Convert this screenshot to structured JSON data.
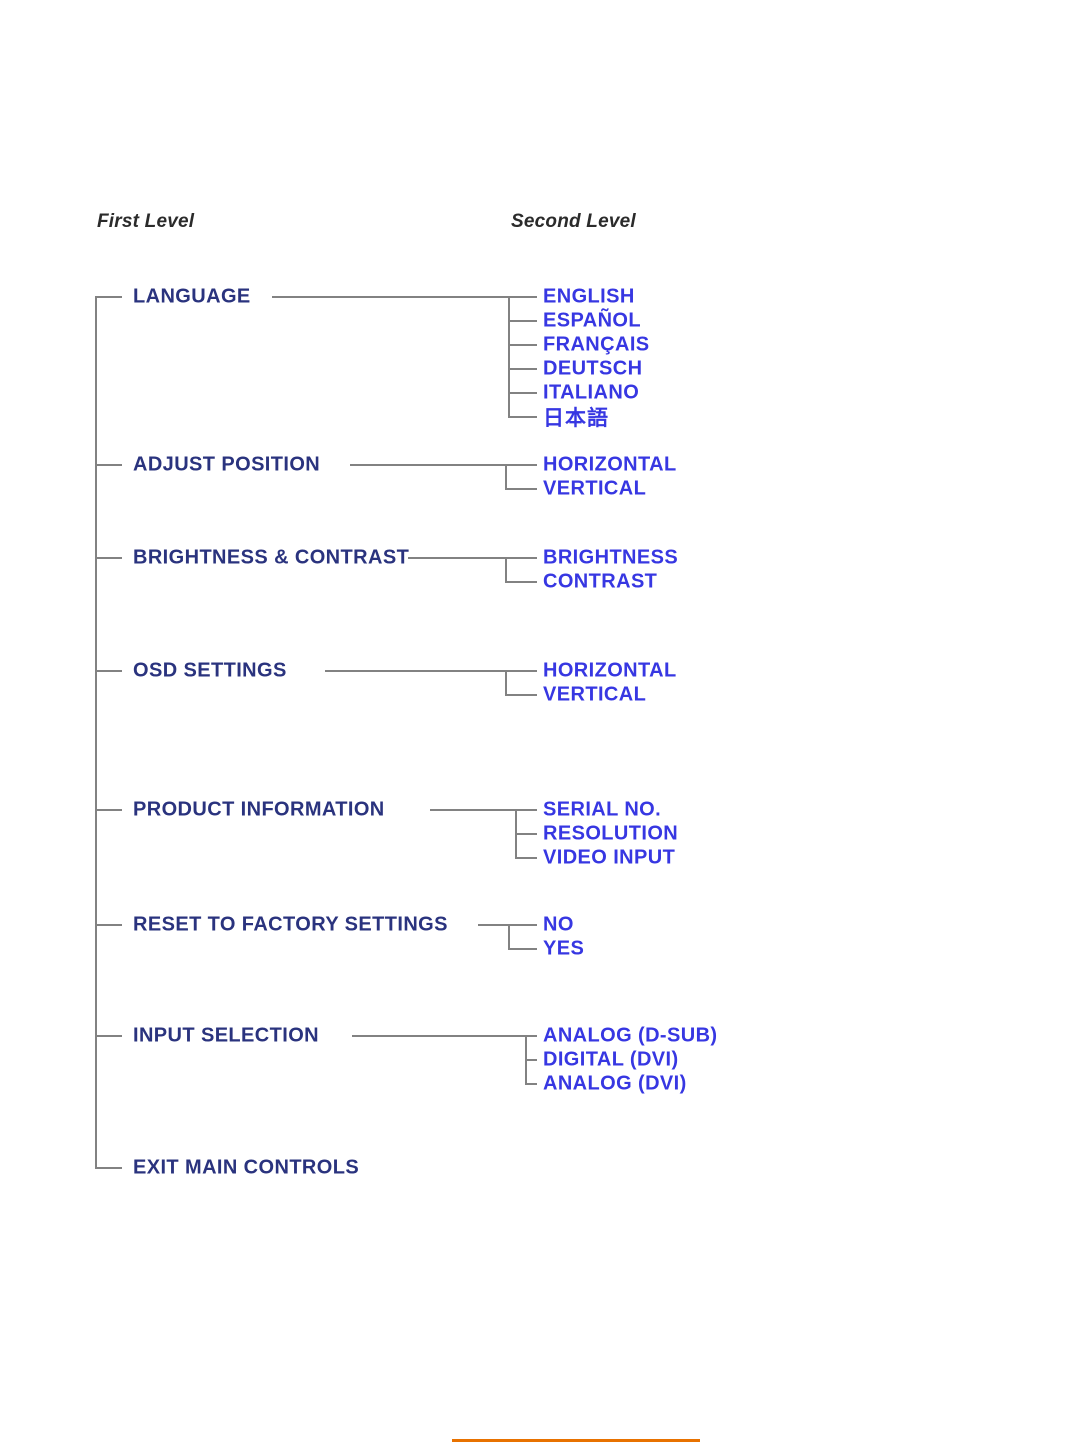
{
  "headers": {
    "first_level": "First Level",
    "second_level": "Second Level"
  },
  "colors": {
    "page_background": "#ffffff",
    "first_level_text": "#2a337e",
    "second_level_text": "#3737e2",
    "tree_line": "#828282",
    "header_text": "#2b2b2b",
    "footer_rule": "#e87200"
  },
  "tree": {
    "items": [
      {
        "label": "LANGUAGE",
        "children": [
          "ENGLISH",
          "ESPAÑOL",
          "FRANÇAIS",
          "DEUTSCH",
          "ITALIANO",
          "日本語"
        ]
      },
      {
        "label": "ADJUST POSITION",
        "children": [
          "HORIZONTAL",
          "VERTICAL"
        ]
      },
      {
        "label": "BRIGHTNESS & CONTRAST",
        "children": [
          "BRIGHTNESS",
          "CONTRAST"
        ]
      },
      {
        "label": "OSD SETTINGS",
        "children": [
          "HORIZONTAL",
          "VERTICAL"
        ]
      },
      {
        "label": "PRODUCT INFORMATION",
        "children": [
          "SERIAL NO.",
          "RESOLUTION",
          "VIDEO INPUT"
        ]
      },
      {
        "label": "RESET TO FACTORY SETTINGS",
        "children": [
          "NO",
          "YES"
        ]
      },
      {
        "label": "INPUT SELECTION",
        "children": [
          "ANALOG (D-SUB)",
          "DIGITAL (DVI)",
          "ANALOG (DVI)"
        ]
      },
      {
        "label": "EXIT MAIN CONTROLS",
        "children": []
      }
    ]
  }
}
